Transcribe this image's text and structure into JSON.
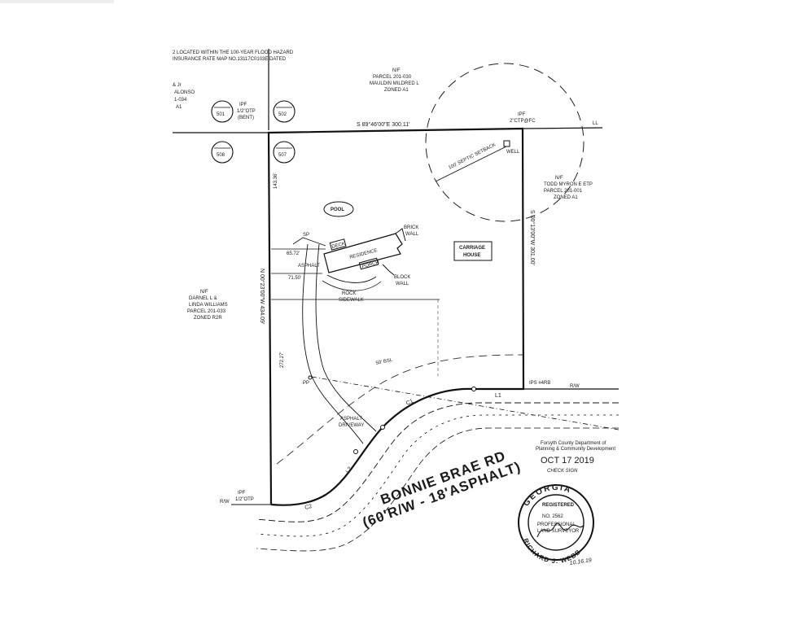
{
  "notes": {
    "flood_line1": "2 LOCATED WITHIN THE 100-YEAR FLOOD HAZARD",
    "flood_line2": "INSURANCE RATE MAP NO.13117C0103E DATED"
  },
  "adjoiners": {
    "north": {
      "l1": "N/F",
      "l2": "PARCEL 201-030",
      "l3": "MAULDIN MILDRED L",
      "l4": "ZONED A1"
    },
    "east": {
      "l1": "N/F",
      "l2": "TODD MYRON E ETP",
      "l3": "PARCEL 201-001",
      "l4": "ZONED A1"
    },
    "west": {
      "l1": "N/F",
      "l2": "DARNEL L &",
      "l3": "LINDA WILLIAMS",
      "l4": "PARCEL 201-033",
      "l5": "ZONED R2R"
    },
    "northwest": {
      "l1": "& Jr",
      "l2": "ALONSO",
      "l3": "1-034",
      "l4": "A1"
    }
  },
  "land_lots": [
    "501",
    "502",
    "508",
    "507"
  ],
  "bearings": {
    "north": "S 89°46'00\"E 300.11'",
    "east": "S 00°13'00\"W 301.00'",
    "west": "N 00°23'00\"W 434.09'",
    "west_upper": "143.36'",
    "west_lower": "272.27'"
  },
  "monuments": {
    "nw_l1": "IPF",
    "nw_l2": "1/2\"OTP",
    "nw_l3": "(BENT)",
    "ne_l1": "IPF",
    "ne_l2": "2\"CTP@FC",
    "se": "IPS #4RB",
    "sw_l1": "IPF",
    "sw_l2": "1/2\"OTP"
  },
  "labels": {
    "pool": "POOL",
    "carriage_l1": "CARRIAGE",
    "carriage_l2": "HOUSE",
    "residence": "RESIDENCE",
    "deck": "DECK",
    "porch": "PORCH",
    "brick_l1": "BRICK",
    "brick_l2": "WALL",
    "block_l1": "BLOCK",
    "block_l2": "WALL",
    "rock_l1": "ROCK",
    "rock_l2": "SIDEWALK",
    "asphalt": "ASPHALT",
    "driveway_l1": "ASPHALT",
    "driveway_l2": "DRIVEWAY",
    "septic": "100' SEPTIC SETBACK",
    "well": "WELL",
    "bsl": "50' BSL",
    "dist_1": "65.72'",
    "dist_2": "71.50'",
    "sp": "SP",
    "pp": "PP",
    "rw_east": "R/W",
    "rw_west": "R/W",
    "ll": "LL"
  },
  "curves": {
    "l1": "L1",
    "c1": "C1",
    "l2": "L2",
    "c2": "C2"
  },
  "road": {
    "name": "BONNIE BRAE RD",
    "spec": "(60'R/W - 18'ASPHALT)"
  },
  "stamp_received": {
    "l1": "Forsyth County Department of",
    "l2": "Planning & Community Development",
    "date": "OCT 17 2019",
    "initials": "CHECK SIGN"
  },
  "seal": {
    "state": "GEORGIA",
    "registered": "REGISTERED",
    "number": "NO. 2562",
    "profession_l1": "PROFESSIONAL",
    "profession_l2": "LAND SURVEYOR",
    "name": "RICHARD J. WEBB",
    "date": "10.16.19"
  }
}
